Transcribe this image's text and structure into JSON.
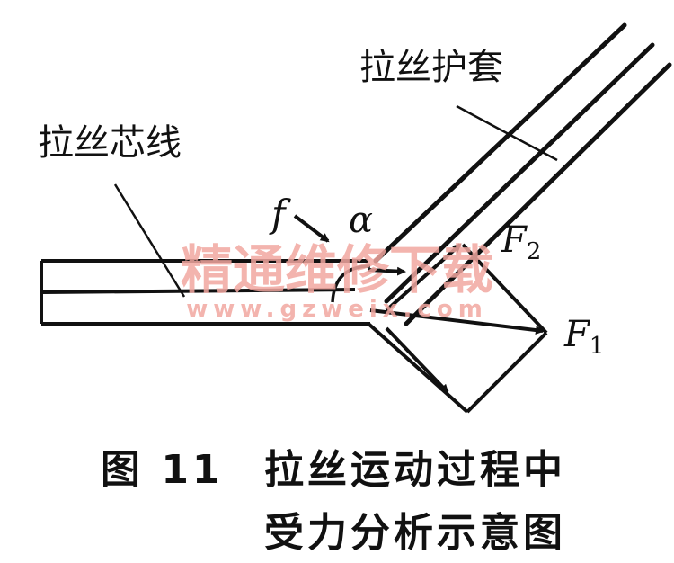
{
  "labels": {
    "sleeve": "拉丝护套",
    "core": "拉丝芯线",
    "friction": "f",
    "angle": "α",
    "force1_main": "F",
    "force1_sub": "1",
    "force2_main": "F",
    "force2_sub": "2"
  },
  "watermark": {
    "text_cn": "精通维修下载",
    "text_url": "www.gzweix.com",
    "color": "#f2a7a0"
  },
  "caption": {
    "figure_no": "图 11",
    "title_line1": "拉丝运动过程中",
    "title_line2": "受力分析示意图"
  }
}
